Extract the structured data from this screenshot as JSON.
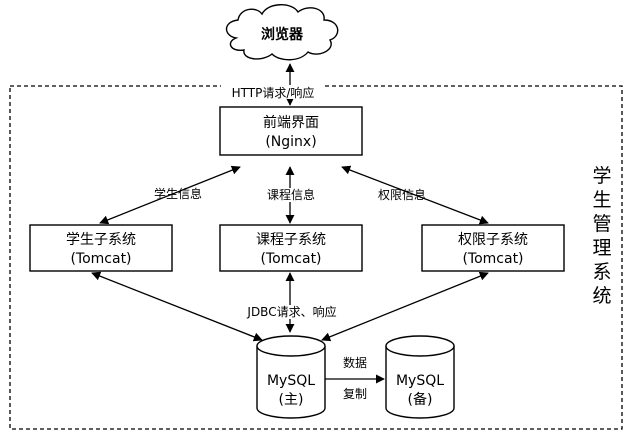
{
  "system_title": "学生管理系统",
  "nodes": {
    "browser": {
      "label": "浏览器"
    },
    "frontend": {
      "line1": "前端界面",
      "line2": "(Nginx)"
    },
    "student": {
      "line1": "学生子系统",
      "line2": "(Tomcat)"
    },
    "course": {
      "line1": "课程子系统",
      "line2": "(Tomcat)"
    },
    "permission": {
      "line1": "权限子系统",
      "line2": "(Tomcat)"
    },
    "db_primary": {
      "line1": "MySQL",
      "line2": "(主)"
    },
    "db_backup": {
      "line1": "MySQL",
      "line2": "(备)"
    }
  },
  "edges": {
    "http": "HTTP请求/响应",
    "student_info": "学生信息",
    "course_info": "课程信息",
    "permission_info": "权限信息",
    "jdbc": "JDBC请求、响应",
    "replication_line1": "数据",
    "replication_line2": "复制"
  },
  "colors": {
    "stroke": "#000000",
    "fill": "#ffffff"
  }
}
